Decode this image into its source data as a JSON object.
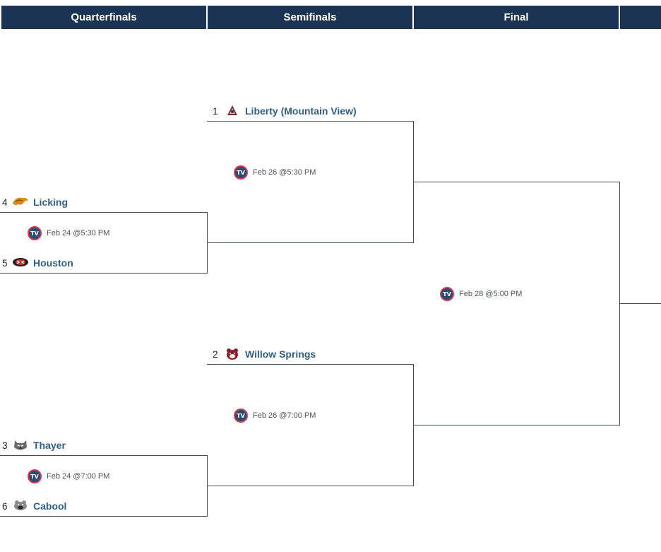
{
  "rounds": [
    {
      "label": "Quarterfinals"
    },
    {
      "label": "Semifinals"
    },
    {
      "label": "Final"
    },
    {
      "label": ""
    }
  ],
  "teams": {
    "t1": {
      "seed": "1",
      "name": "Liberty (Mountain View)",
      "logo": "liberty-mascot-icon"
    },
    "t4": {
      "seed": "4",
      "name": "Licking",
      "logo": "wildcat-icon"
    },
    "t5": {
      "seed": "5",
      "name": "Houston",
      "logo": "tiger-icon"
    },
    "t2": {
      "seed": "2",
      "name": "Willow Springs",
      "logo": "bear-icon"
    },
    "t3": {
      "seed": "3",
      "name": "Thayer",
      "logo": "bobcat-icon"
    },
    "t6": {
      "seed": "6",
      "name": "Cabool",
      "logo": "bulldog-icon"
    }
  },
  "games": {
    "qf1": {
      "date": "Feb 24 @5:30 PM"
    },
    "qf2": {
      "date": "Feb 24 @7:00 PM"
    },
    "sf1": {
      "date": "Feb 26 @5:30 PM"
    },
    "sf2": {
      "date": "Feb 26 @7:00 PM"
    },
    "final": {
      "date": "Feb 28 @5:00 PM"
    }
  },
  "tv_badge": {
    "label": "TV",
    "ring": "#d23a4f",
    "fill": "#2a4b78"
  },
  "colors": {
    "header_bg": "#1c3454",
    "team_text": "#2e5f86",
    "line": "#444a52"
  }
}
